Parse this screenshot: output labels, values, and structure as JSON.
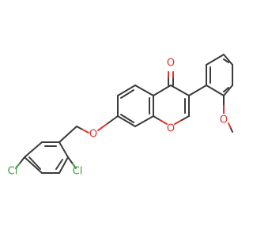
{
  "molecule": {
    "atoms": {
      "carbonyl_o": {
        "symbol": "O",
        "color": "#e0322c"
      },
      "ring_o": {
        "symbol": "O",
        "color": "#e0322c"
      },
      "ether_o": {
        "symbol": "O",
        "color": "#e0322c"
      },
      "methoxy_o": {
        "symbol": "O",
        "color": "#e0322c"
      },
      "cl_para": {
        "symbol": "Cl",
        "color": "#3f9a3f"
      },
      "cl_ortho": {
        "symbol": "Cl",
        "color": "#3f9a3f"
      }
    },
    "colors": {
      "bond": "#3a3a3a",
      "oxygen": "#e0322c",
      "chlorine": "#3f9a3f",
      "background": "#ffffff"
    }
  }
}
